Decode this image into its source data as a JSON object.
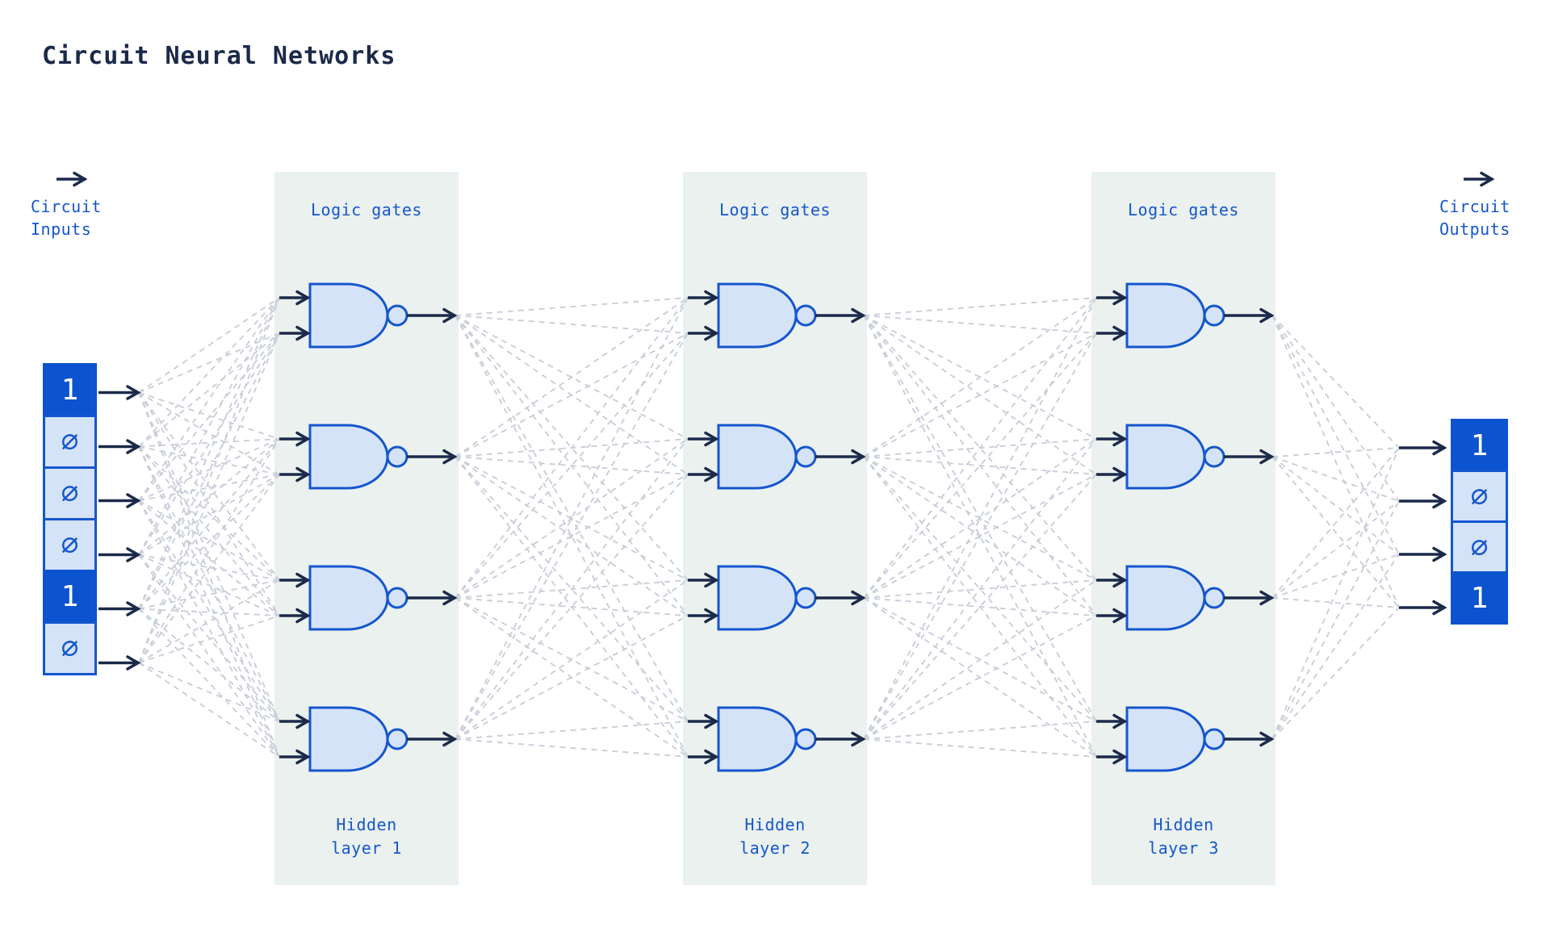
{
  "title": "Circuit Neural Networks",
  "colors": {
    "navy": "#1b2a4a",
    "blue": "#1556cf",
    "cell_dark": "#0b53cf",
    "cell_light": "#d5e3f8",
    "panel_bg": "#ebf1ee",
    "connection_gray": "#c9ced8",
    "background": "#ffffff",
    "text_on_dark": "#ffffff"
  },
  "inputs": {
    "heading": [
      "Circuit",
      "Inputs"
    ],
    "cells": [
      {
        "value": "1",
        "state": "on"
      },
      {
        "value": "∅",
        "state": "off"
      },
      {
        "value": "∅",
        "state": "off"
      },
      {
        "value": "∅",
        "state": "off"
      },
      {
        "value": "1",
        "state": "on"
      },
      {
        "value": "∅",
        "state": "off"
      }
    ]
  },
  "outputs": {
    "heading": [
      "Circuit",
      "Outputs"
    ],
    "cells": [
      {
        "value": "1",
        "state": "on"
      },
      {
        "value": "∅",
        "state": "off"
      },
      {
        "value": "∅",
        "state": "off"
      },
      {
        "value": "1",
        "state": "on"
      }
    ]
  },
  "layers": [
    {
      "top_label": "Logic gates",
      "bottom_label": [
        "Hidden",
        "layer 1"
      ],
      "gate_count": 4,
      "gate_type": "NAND"
    },
    {
      "top_label": "Logic gates",
      "bottom_label": [
        "Hidden",
        "layer 2"
      ],
      "gate_count": 4,
      "gate_type": "NAND"
    },
    {
      "top_label": "Logic gates",
      "bottom_label": [
        "Hidden",
        "layer 3"
      ],
      "gate_count": 4,
      "gate_type": "NAND"
    }
  ]
}
